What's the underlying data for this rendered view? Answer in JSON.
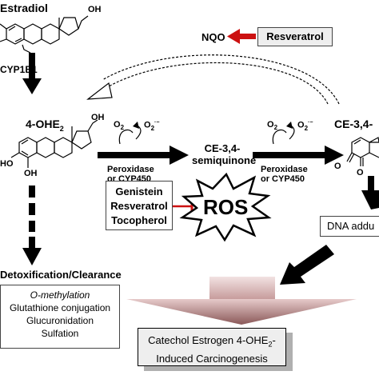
{
  "diagram": {
    "estradiol_label": "Estradiol",
    "oh_top": "OH",
    "cyp_label": "CYP1B1",
    "ohe2_prefix": "4-OHE",
    "ohe2_sub": "2",
    "ho_left": "HO",
    "oh_bottom": "OH",
    "oh_mid": "OH",
    "o2_left": "O",
    "o2_left_sub": "2",
    "o2_rad_left": "O",
    "o2_rad_left_sub": "2",
    "o2_rad_left_sup": "·−",
    "o2_right": "O",
    "o2_right_sub": "2",
    "o2_rad_right": "O",
    "o2_rad_right_sub": "2",
    "o2_rad_right_sup": "·−",
    "enzyme_1_line1": "Peroxidase",
    "enzyme_1_line2": "or CYP450",
    "enzyme_2_line1": "Peroxidase",
    "enzyme_2_line2": "or CYP450",
    "semiquinone_line1": "CE-3,4-",
    "semiquinone_line2": "semiquinone",
    "quinone_label": "CE-3,4-",
    "o_left": "O",
    "o_right": "O",
    "nqo_label": "NQO",
    "resveratrol_box": "Resveratrol",
    "inhibitors": [
      "Genistein",
      "Resveratrol",
      "Tocopherol"
    ],
    "ros_label": "ROS",
    "dna_adducts": "DNA addu",
    "detox_title": "Detoxification/Clearance",
    "detox_items": [
      "O-methylation",
      "Glutathione conjugation",
      "Glucuronidation",
      "Sulfation"
    ],
    "carcino_line1_prefix": "Catechol Estrogen 4-OHE",
    "carcino_line1_sub": "2",
    "carcino_line1_suffix": "-",
    "carcino_line2": "Induced Carcinogenesis"
  },
  "colors": {
    "inhibit_red": "#cc1111",
    "arrow_black": "#000000",
    "funnel_top": "#e2c4c4",
    "funnel_bottom": "#8c5c5c",
    "shadow_grey": "#b0b0b0",
    "carcino_box_fill": "#eeeeee"
  }
}
